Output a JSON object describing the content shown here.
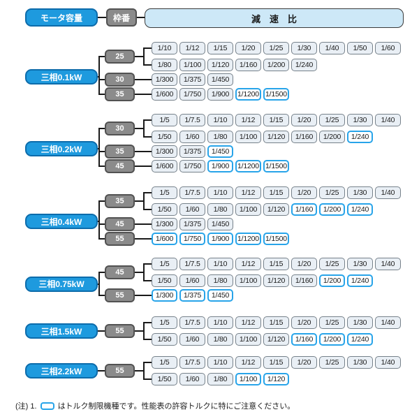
{
  "header": {
    "motor": "モータ容量",
    "frame": "枠番",
    "ratio": "減　速　比"
  },
  "note": {
    "prefix": "(注) 1.",
    "suffix": "はトルク制限機種です。性能表の許容トルクに特にご注意ください。"
  },
  "colors": {
    "motor_fill": "#1e9ade",
    "motor_border": "#0d6cab",
    "frame_fill": "#8b8b8b",
    "frame_border": "#525252",
    "ratio_fill": "#e9eff5",
    "ratio_border": "#76818a",
    "torque_limited_fill": "#ffffff",
    "torque_limited_border": "#28a4e9",
    "ratio_header_fill": "#cde8f7",
    "connector": "#1a1a1a"
  },
  "groups": [
    {
      "motor": "三相0.1kW",
      "frames": [
        {
          "label": "25",
          "rows": [
            [
              "1/10",
              "1/12",
              "1/15",
              "1/20",
              "1/25",
              "1/30",
              "1/40",
              "1/50",
              "1/60"
            ],
            [
              "1/80",
              "1/100",
              "1/120",
              "1/160",
              "1/200",
              "1/240"
            ]
          ],
          "limited": [
            [],
            []
          ]
        },
        {
          "label": "30",
          "rows": [
            [
              "1/300",
              "1/375",
              "1/450"
            ]
          ],
          "limited": [
            []
          ]
        },
        {
          "label": "35",
          "rows": [
            [
              "1/600",
              "1/750",
              "1/900",
              "1/1200",
              "1/1500"
            ]
          ],
          "limited": [
            [
              "1/1200",
              "1/1500"
            ]
          ]
        }
      ]
    },
    {
      "motor": "三相0.2kW",
      "frames": [
        {
          "label": "30",
          "rows": [
            [
              "1/5",
              "1/7.5",
              "1/10",
              "1/12",
              "1/15",
              "1/20",
              "1/25",
              "1/30",
              "1/40"
            ],
            [
              "1/50",
              "1/60",
              "1/80",
              "1/100",
              "1/120",
              "1/160",
              "1/200",
              "1/240"
            ]
          ],
          "limited": [
            [],
            [
              "1/240"
            ]
          ]
        },
        {
          "label": "35",
          "rows": [
            [
              "1/300",
              "1/375",
              "1/450"
            ]
          ],
          "limited": [
            [
              "1/450"
            ]
          ]
        },
        {
          "label": "45",
          "rows": [
            [
              "1/600",
              "1/750",
              "1/900",
              "1/1200",
              "1/1500"
            ]
          ],
          "limited": [
            [
              "1/900",
              "1/1200",
              "1/1500"
            ]
          ]
        }
      ]
    },
    {
      "motor": "三相0.4kW",
      "frames": [
        {
          "label": "35",
          "rows": [
            [
              "1/5",
              "1/7.5",
              "1/10",
              "1/12",
              "1/15",
              "1/20",
              "1/25",
              "1/30",
              "1/40"
            ],
            [
              "1/50",
              "1/60",
              "1/80",
              "1/100",
              "1/120",
              "1/160",
              "1/200",
              "1/240"
            ]
          ],
          "limited": [
            [],
            [
              "1/160",
              "1/200",
              "1/240"
            ]
          ]
        },
        {
          "label": "45",
          "rows": [
            [
              "1/300",
              "1/375",
              "1/450"
            ]
          ],
          "limited": [
            []
          ]
        },
        {
          "label": "55",
          "rows": [
            [
              "1/600",
              "1/750",
              "1/900",
              "1/1200",
              "1/1500"
            ]
          ],
          "limited": [
            [
              "1/600",
              "1/750",
              "1/900",
              "1/1200",
              "1/1500"
            ]
          ]
        }
      ]
    },
    {
      "motor": "三相0.75kW",
      "frames": [
        {
          "label": "45",
          "rows": [
            [
              "1/5",
              "1/7.5",
              "1/10",
              "1/12",
              "1/15",
              "1/20",
              "1/25",
              "1/30",
              "1/40"
            ],
            [
              "1/50",
              "1/60",
              "1/80",
              "1/100",
              "1/120",
              "1/160",
              "1/200",
              "1/240"
            ]
          ],
          "limited": [
            [],
            [
              "1/200",
              "1/240"
            ]
          ]
        },
        {
          "label": "55",
          "rows": [
            [
              "1/300",
              "1/375",
              "1/450"
            ]
          ],
          "limited": [
            [
              "1/300",
              "1/375",
              "1/450"
            ]
          ]
        }
      ]
    },
    {
      "motor": "三相1.5kW",
      "frames": [
        {
          "label": "55",
          "rows": [
            [
              "1/5",
              "1/7.5",
              "1/10",
              "1/12",
              "1/15",
              "1/20",
              "1/25",
              "1/30",
              "1/40"
            ],
            [
              "1/50",
              "1/60",
              "1/80",
              "1/100",
              "1/120",
              "1/160",
              "1/200",
              "1/240"
            ]
          ],
          "limited": [
            [],
            [
              "1/160",
              "1/200",
              "1/240"
            ]
          ]
        }
      ]
    },
    {
      "motor": "三相2.2kW",
      "frames": [
        {
          "label": "55",
          "rows": [
            [
              "1/5",
              "1/7.5",
              "1/10",
              "1/12",
              "1/15",
              "1/20",
              "1/25",
              "1/30",
              "1/40"
            ],
            [
              "1/50",
              "1/60",
              "1/80",
              "1/100",
              "1/120"
            ]
          ],
          "limited": [
            [],
            [
              "1/100",
              "1/120"
            ]
          ]
        }
      ]
    }
  ]
}
